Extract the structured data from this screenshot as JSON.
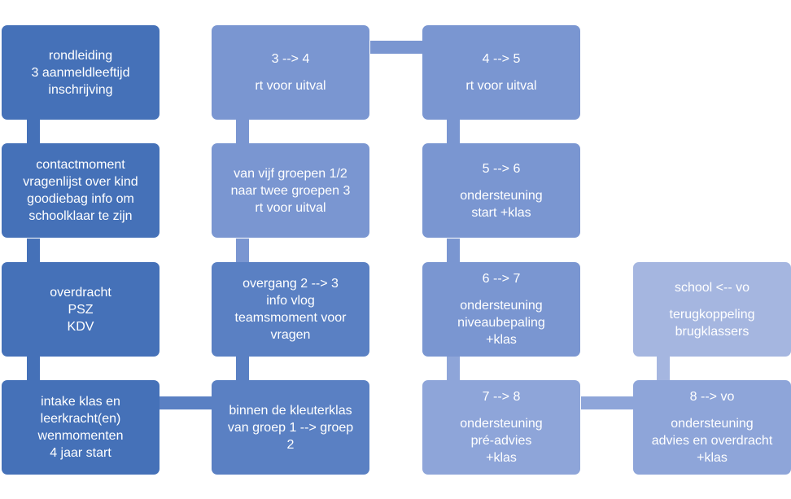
{
  "colors": {
    "col1": "#4571b8",
    "col2_top": "#7a96d1",
    "col2_bottom": "#5a80c3",
    "col3": "#8ea5d9",
    "col4": "#a5b6e0"
  },
  "boxes": {
    "b1": {
      "lines": [
        "rondleiding",
        "3 aanmeldleeftijd",
        "inschrijving"
      ]
    },
    "b2": {
      "lines": [
        "contactmoment",
        "vragenlijst over kind",
        "goodiebag info om",
        "schoolklaar te zijn"
      ]
    },
    "b3": {
      "lines": [
        "overdracht",
        "PSZ",
        "KDV"
      ]
    },
    "b4": {
      "lines": [
        "intake klas en",
        "leerkracht(en)",
        "wenmomenten",
        "4 jaar start"
      ]
    },
    "b5": {
      "lines": [
        "binnen de kleuterklas",
        "van groep 1 --> groep",
        "2"
      ]
    },
    "b6": {
      "lines": [
        "overgang 2 --> 3",
        "info vlog",
        "teamsmoment voor",
        "vragen"
      ]
    },
    "b7": {
      "lines": [
        "van vijf groepen 1/2",
        "naar twee groepen 3",
        "rt voor uitval"
      ]
    },
    "b8": {
      "head": "3 --> 4",
      "lines": [
        "rt voor uitval"
      ]
    },
    "b9": {
      "head": "4 --> 5",
      "lines": [
        "rt voor uitval"
      ]
    },
    "b10": {
      "head": "5 --> 6",
      "lines": [
        "ondersteuning",
        "start +klas"
      ]
    },
    "b11": {
      "head": "6 --> 7",
      "lines": [
        "ondersteuning",
        "niveaubepaling",
        "+klas"
      ]
    },
    "b12": {
      "head": "7 --> 8",
      "lines": [
        "ondersteuning",
        "pré-advies",
        "+klas"
      ]
    },
    "b13": {
      "head": "8 --> vo",
      "lines": [
        "ondersteuning",
        "advies en overdracht",
        "+klas"
      ]
    },
    "b14": {
      "head": "school <-- vo",
      "lines": [
        "terugkoppeling",
        "brugklassers"
      ]
    }
  }
}
